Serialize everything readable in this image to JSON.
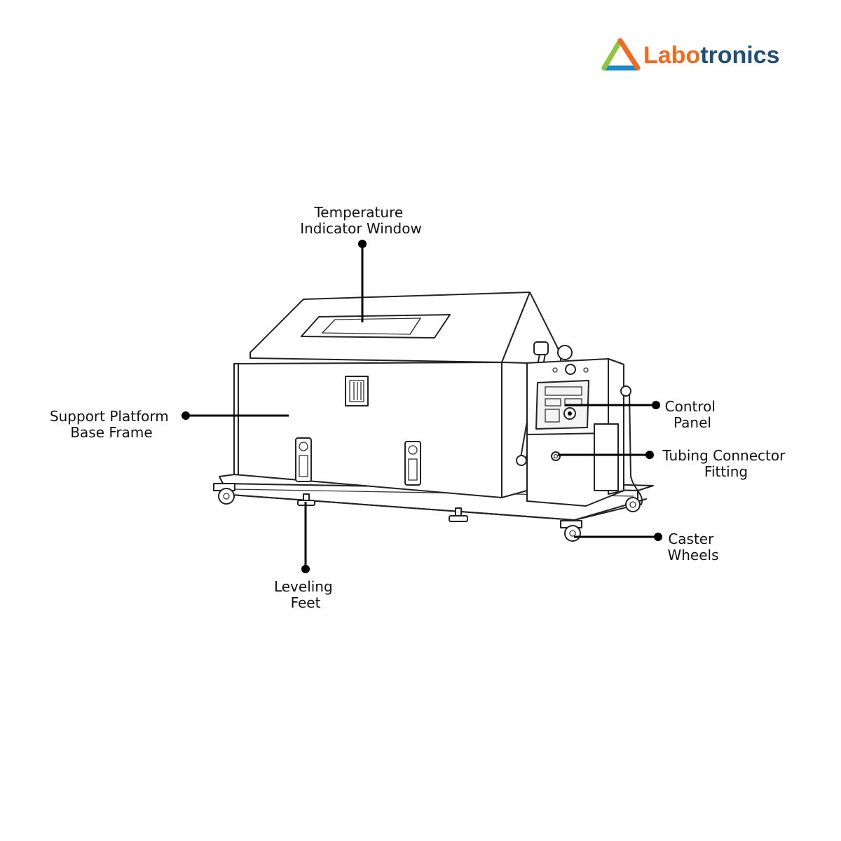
{
  "brand": {
    "name_part1": "Labo",
    "name_part2": "tronics",
    "color_part1": "#f26a21",
    "color_part2": "#1f4e79"
  },
  "labels": {
    "temperature_window": [
      "Temperature",
      "Indicator Window"
    ],
    "support_platform": [
      "Support Platform",
      "Base Frame"
    ],
    "control_panel": [
      "Control",
      "Panel"
    ],
    "tubing_connector": [
      "Tubing Connector",
      "Fitting"
    ],
    "caster_wheels": [
      "Caster",
      "Wheels"
    ],
    "leveling_feet": [
      "Leveling",
      "Feet"
    ]
  },
  "colors": {
    "leader_line": "#000000",
    "label_text": "#111111",
    "logo_triangle": [
      "#f7a21b",
      "#8dc63f",
      "#1e88c9"
    ]
  }
}
